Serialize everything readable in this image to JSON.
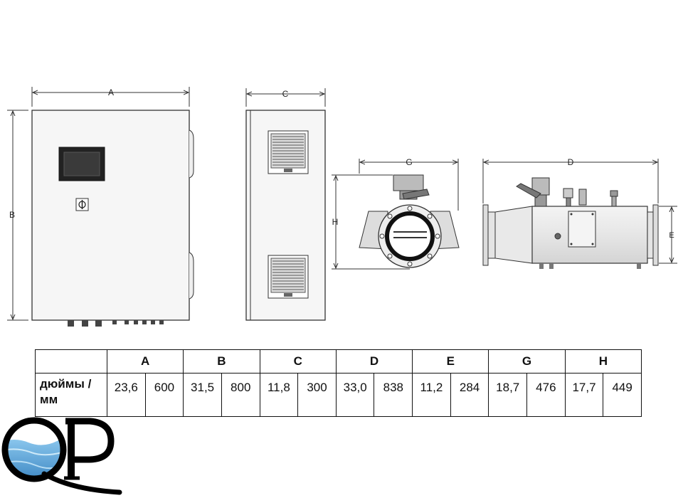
{
  "dimension_labels": {
    "A": "A",
    "B": "B",
    "C": "C",
    "D": "D",
    "E": "E",
    "G": "G",
    "H": "H"
  },
  "table": {
    "headers": [
      "A",
      "B",
      "C",
      "D",
      "E",
      "G",
      "H"
    ],
    "row_label": "дюймы / мм",
    "values": [
      [
        "23,6",
        "600"
      ],
      [
        "31,5",
        "800"
      ],
      [
        "11,8",
        "300"
      ],
      [
        "33,0",
        "838"
      ],
      [
        "11,2",
        "284"
      ],
      [
        "18,7",
        "476"
      ],
      [
        "17,7",
        "449"
      ]
    ]
  },
  "logo": {
    "text": "QP",
    "water_color": "#3a8fd0"
  }
}
